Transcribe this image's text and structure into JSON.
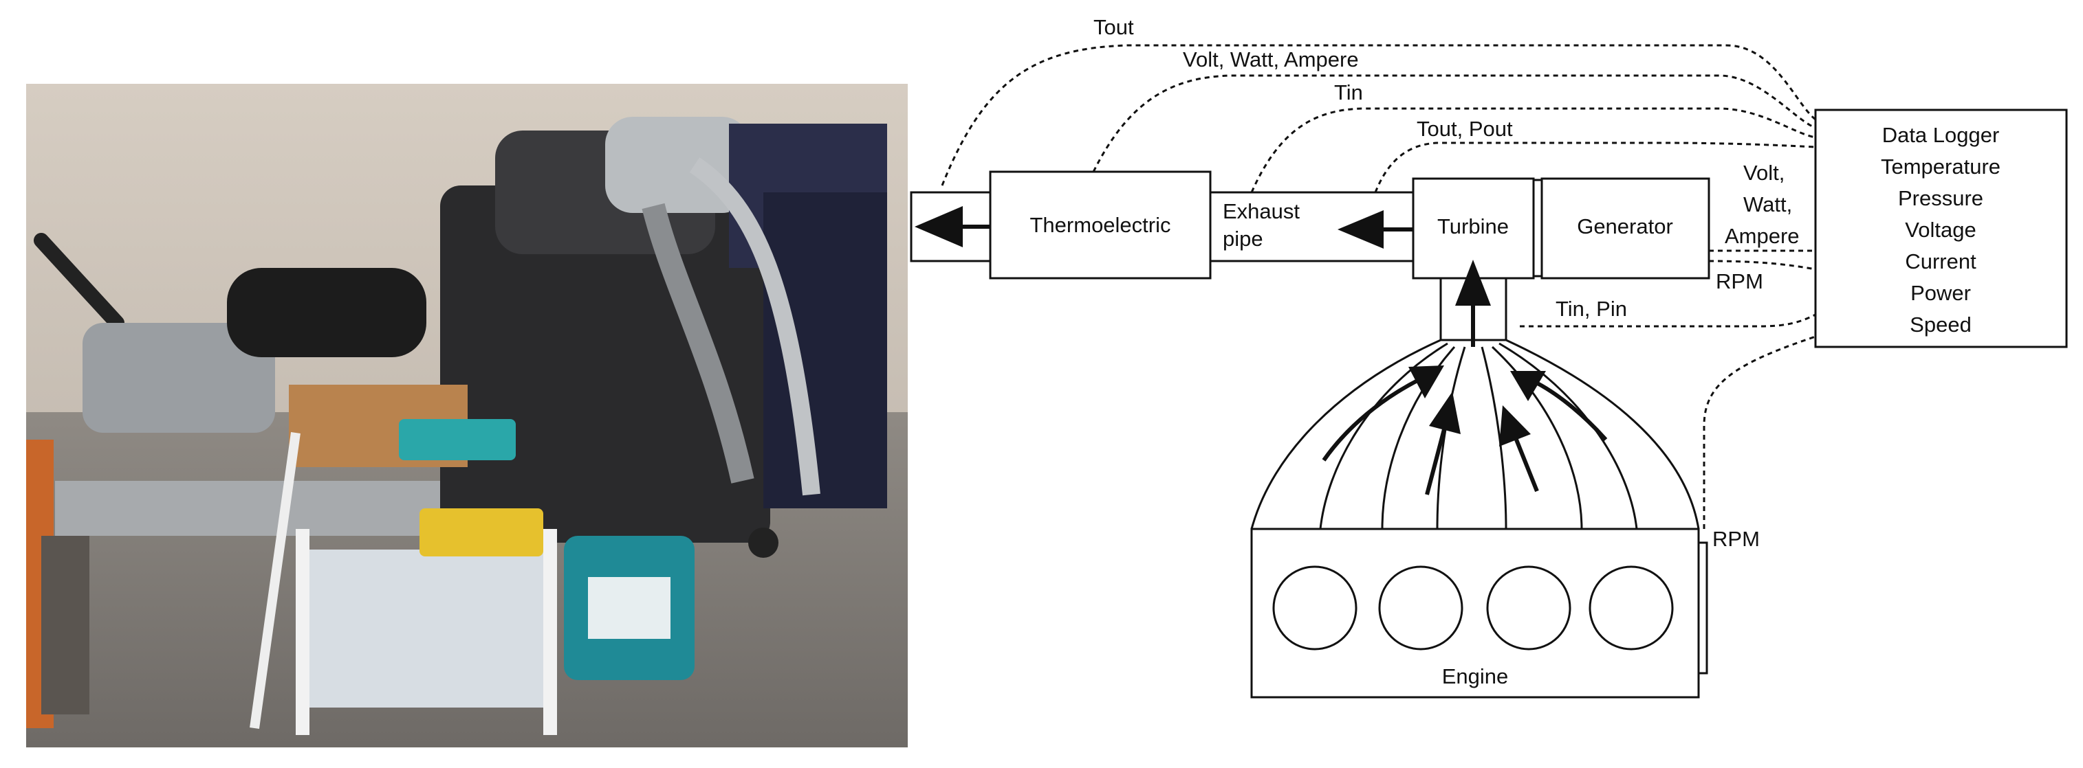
{
  "photo": {
    "description_icon": "engine-test-rig-photo"
  },
  "diagram": {
    "signals": {
      "tout_top": "Tout",
      "volt_watt_ampere_top": "Volt, Watt, Ampere",
      "tin_top": "Tin",
      "tout_pout": "Tout, Pout",
      "gen_volt": "Volt,",
      "gen_watt": "Watt,",
      "gen_ampere": "Ampere",
      "gen_rpm": "RPM",
      "tin_pin": "Tin, Pin",
      "engine_rpm": "RPM"
    },
    "components": {
      "thermoelectric": "Thermoelectric",
      "exhaust_line1": "Exhaust",
      "exhaust_line2": "pipe",
      "turbine": "Turbine",
      "generator": "Generator",
      "engine": "Engine"
    },
    "data_logger": {
      "lines": [
        "Data Logger",
        "Temperature",
        "Pressure",
        "Voltage",
        "Current",
        "Power",
        "Speed"
      ]
    }
  }
}
